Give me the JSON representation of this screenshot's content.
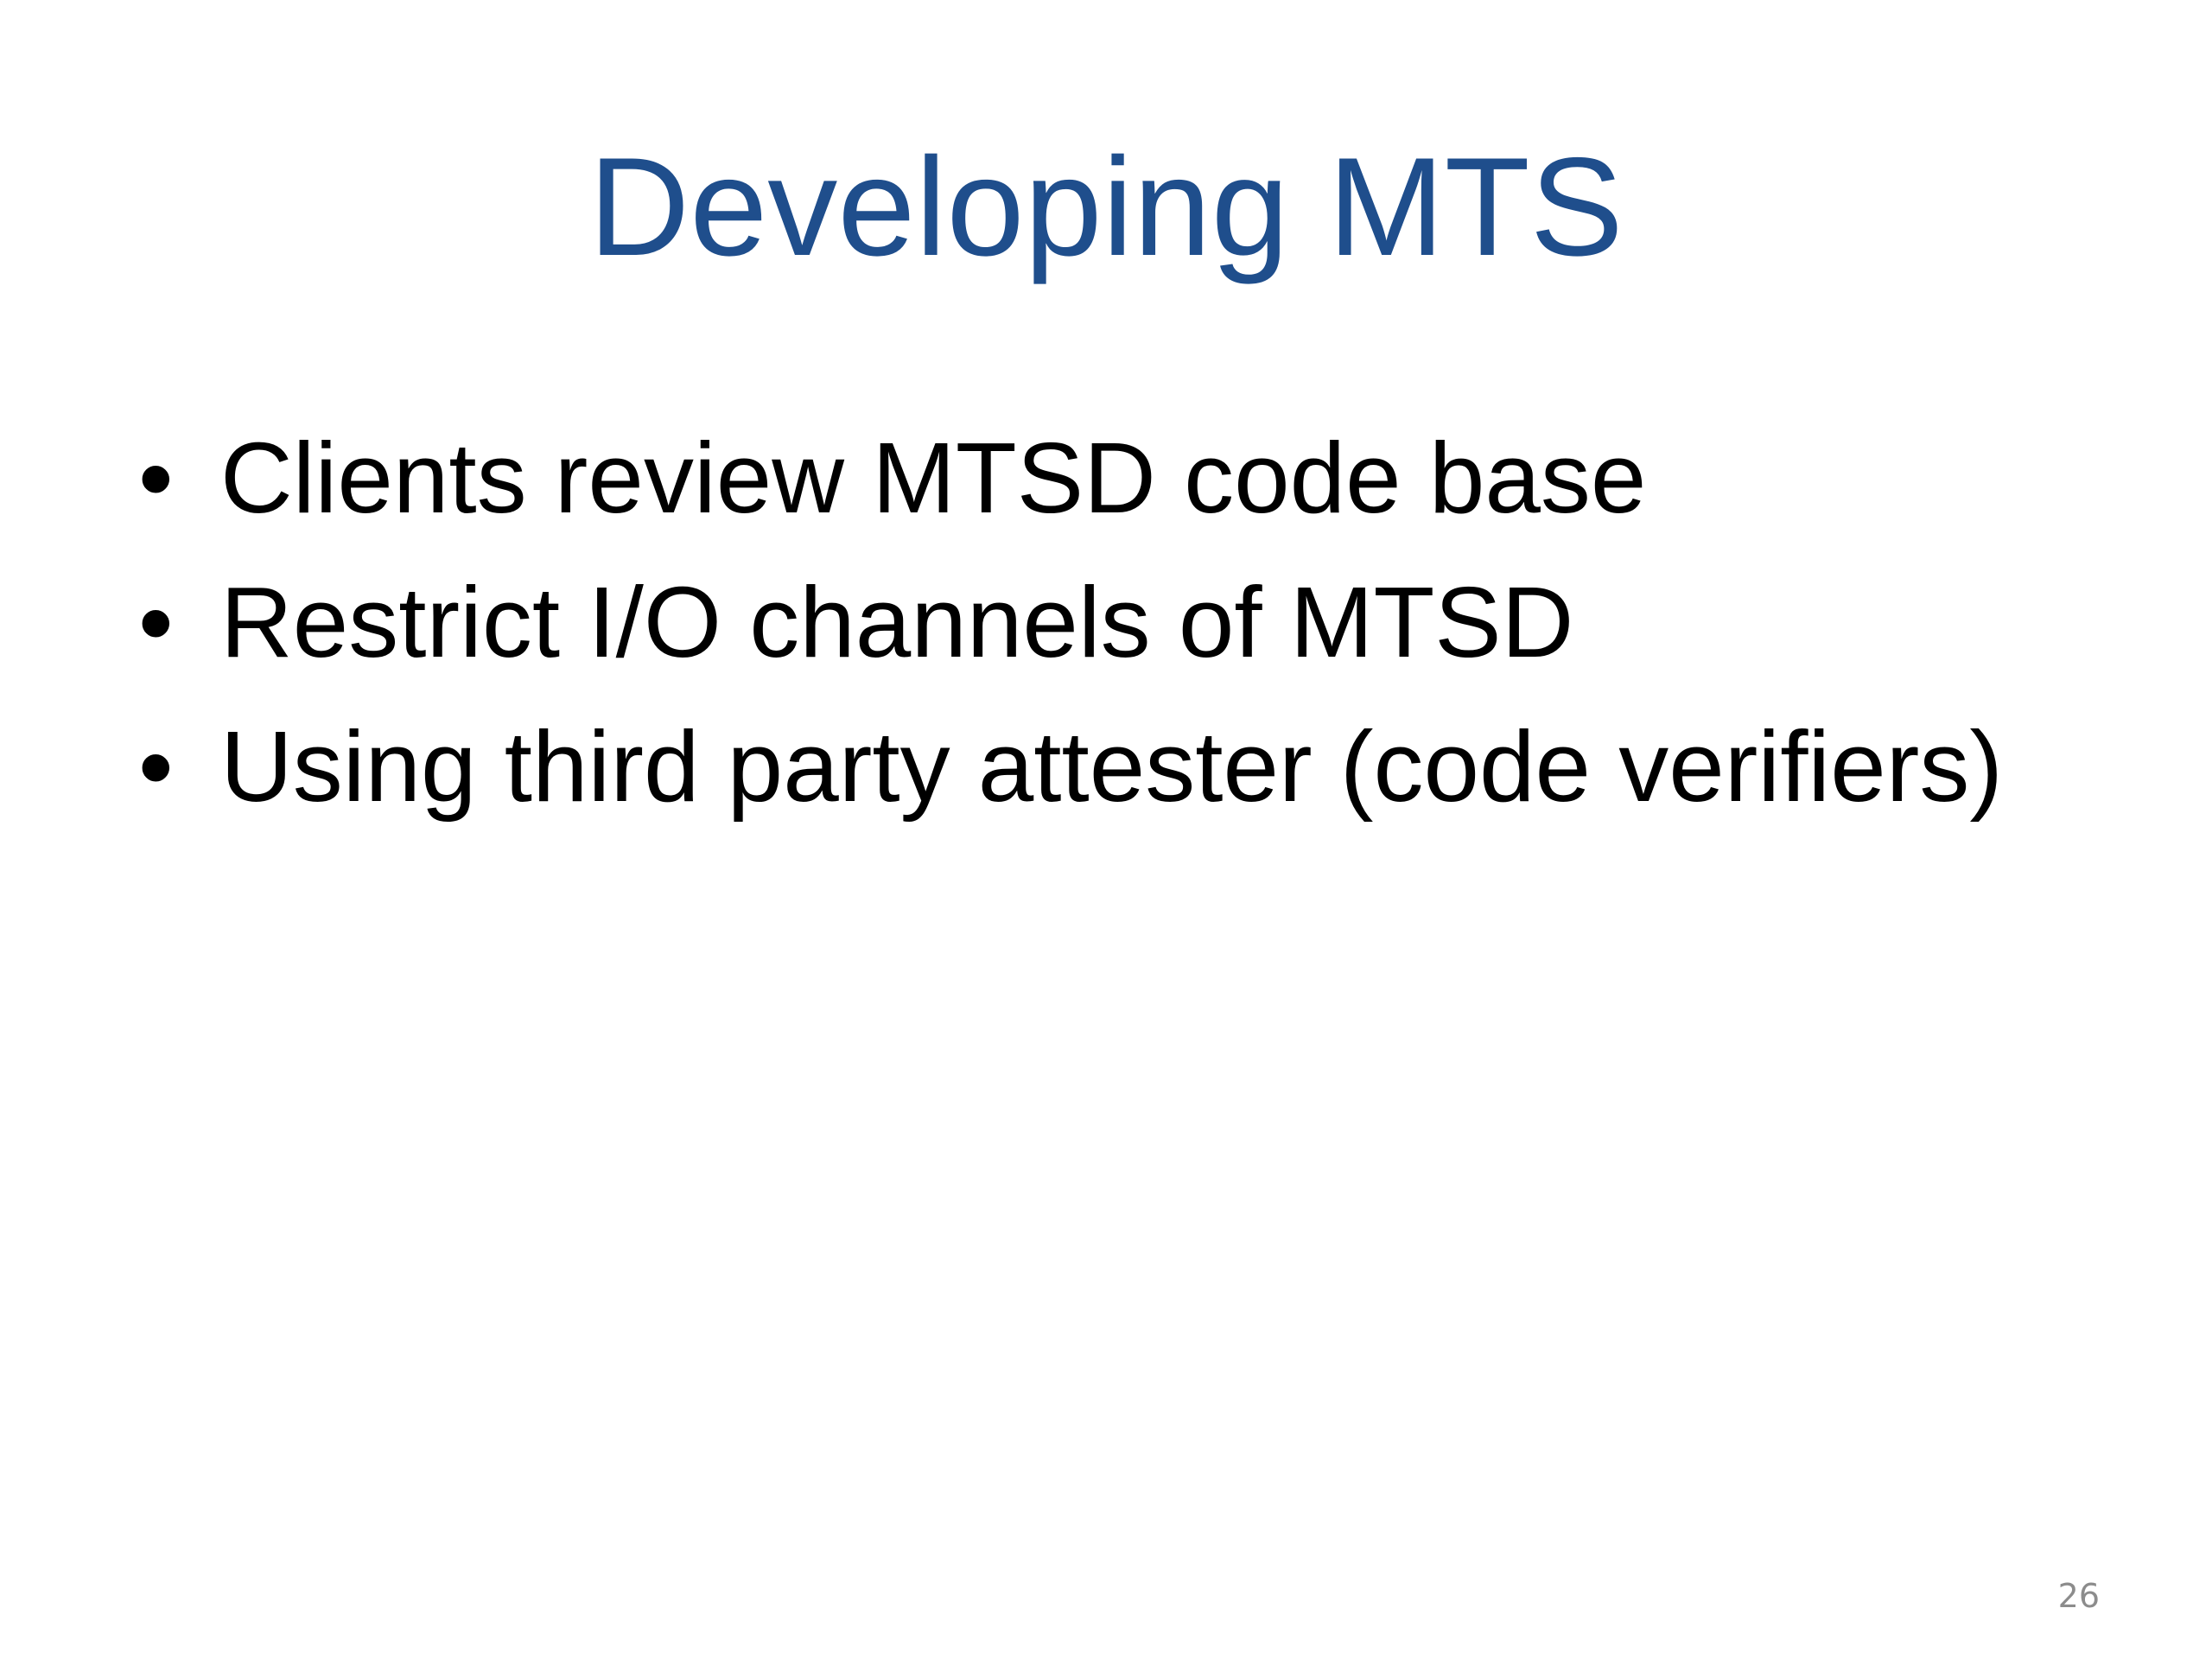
{
  "slide": {
    "title": "Developing MTS",
    "bullets": [
      "Clients review MTSD code base",
      "Restrict I/O channels of MTSD",
      "Using third party attester (code verifiers)"
    ],
    "bullet_symbol": "•",
    "page_number": "26",
    "title_color": "#1f4e8c"
  }
}
